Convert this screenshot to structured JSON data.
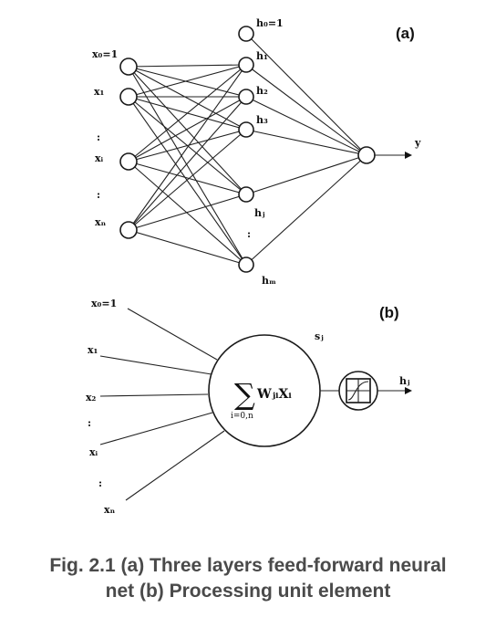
{
  "panel_a": {
    "tag": "(a)",
    "input_labels": [
      "x₀=1",
      "x₁",
      ":",
      "xᵢ",
      ":",
      "xₙ"
    ],
    "hidden_labels": [
      "h₀=1",
      "h₁",
      "h₂",
      "h₃",
      "hⱼ",
      ":",
      "hₘ"
    ],
    "output_label": "y"
  },
  "panel_b": {
    "tag": "(b)",
    "input_labels": [
      "x₀=1",
      "x₁",
      "x₂",
      ":",
      "xᵢ",
      ":",
      "xₙ"
    ],
    "unit_label": "sⱼ",
    "sum_symbol": "∑",
    "sum_term": "WⱼᵢXᵢ",
    "sum_index": "i=0,n",
    "output_label": "hⱼ"
  },
  "caption": {
    "line1": "Fig. 2.1 (a) Three layers feed-forward neural",
    "line2": "net (b) Processing unit element"
  }
}
